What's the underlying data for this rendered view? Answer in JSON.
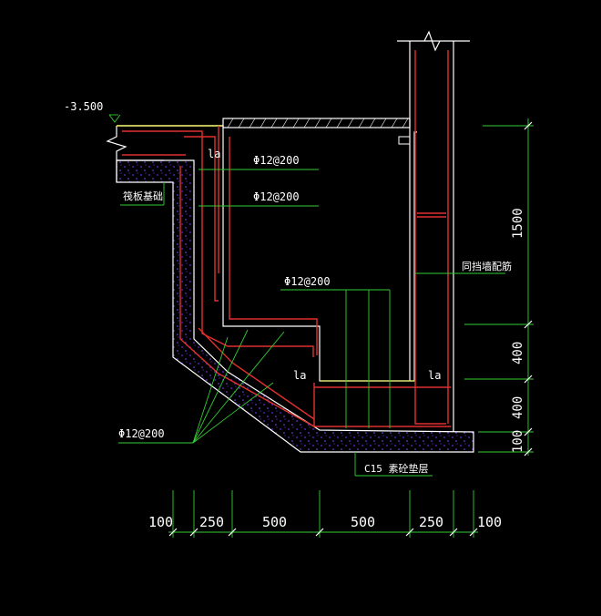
{
  "colors": {
    "background": "#000000",
    "outline": "#ffffff",
    "rebar": "#e03030",
    "leader": "#33cc33",
    "dimension": "#33cc33",
    "text": "#ffffff",
    "concrete_dots": "#6a2bd9",
    "slab_top": "#e8e860"
  },
  "labels": {
    "elevation": "-3.500",
    "raft_base": "筏板基础",
    "lap_left_top": "la",
    "lap_bottom_left": "la",
    "lap_bottom_right": "la",
    "rebar_1": "Φ12@200",
    "rebar_2": "Φ12@200",
    "rebar_3": "Φ12@200",
    "rebar_4": "Φ12@200",
    "wall_reinf": "同挡墙配筋",
    "cushion": "C15 素砼垫层"
  },
  "dims_vertical": [
    "1500",
    "400",
    "400",
    "100"
  ],
  "dims_horizontal": [
    "100",
    "250",
    "500",
    "500",
    "250",
    "100"
  ]
}
